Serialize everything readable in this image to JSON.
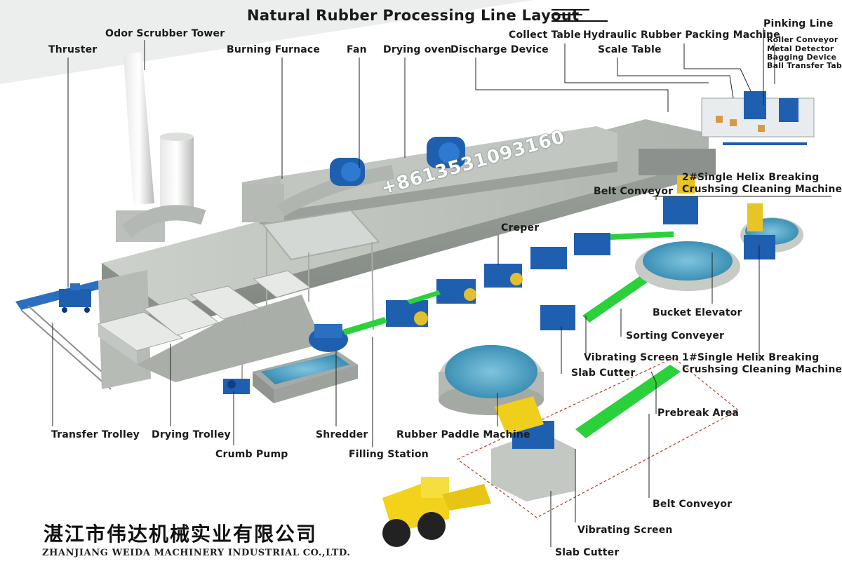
{
  "title": "Natural Rubber Processing Line Layout",
  "labels": {
    "thruster": "Thruster",
    "odor_scrubber_tower": "Odor Scrubber Tower",
    "burning_furnace": "Burning Furnace",
    "fan": "Fan",
    "drying_oven": "Drying oven",
    "discharge_device": "Discharge Device",
    "collect_table": "Collect Table",
    "hydraulic_packing": "Hydraulic Rubber Packing Machine",
    "scale_table": "Scale Table",
    "pinking_line": "Pinking Line",
    "roller_conveyor": "Roller Conveyor",
    "metal_detector": "Metal Detector",
    "bagging_device": "Bagging Device",
    "ball_transfer_table": "Ball Transfer Table",
    "breaker_2_line1": "2#Single Helix Breaking",
    "breaker_2_line2": "Crushsing Cleaning Machine",
    "belt_conveyor_top": "Belt Conveyor",
    "creper": "Creper",
    "bucket_elevator": "Bucket Elevator",
    "sorting_conveyer": "Sorting  Conveyer",
    "vibrating_screen_mid": "Vibrating Screen",
    "slab_cutter_mid": "Slab Cutter",
    "breaker_1_line1": "1#Single Helix Breaking",
    "breaker_1_line2": "Crushsing Cleaning Machine",
    "prebreak_area": "Prebreak Area",
    "transfer_trolley": "Transfer Trolley",
    "drying_trolley": "Drying Trolley",
    "crumb_pump": "Crumb Pump",
    "shredder": "Shredder",
    "rubber_paddle_machine": "Rubber Paddle Machine",
    "filling_station": "Filling Station",
    "belt_conveyor_bottom": "Belt Conveyor",
    "vibrating_screen_bottom": "Vibrating Screen",
    "slab_cutter_bottom": "Slab Cutter"
  },
  "watermark": "+8613531093160",
  "company": {
    "name_cn": "湛江市伟达机械实业有限公司",
    "name_en": "ZHANJIANG WEIDA MACHINERY INDUSTRIAL CO.,LTD."
  },
  "colors": {
    "machine_blue": "#1f5fb0",
    "conveyor_green": "#2bd13a",
    "concrete": "#c9ccc6",
    "water": "#4aa3c8",
    "loader_yellow": "#f2d21a",
    "leader_line": "#222222"
  }
}
